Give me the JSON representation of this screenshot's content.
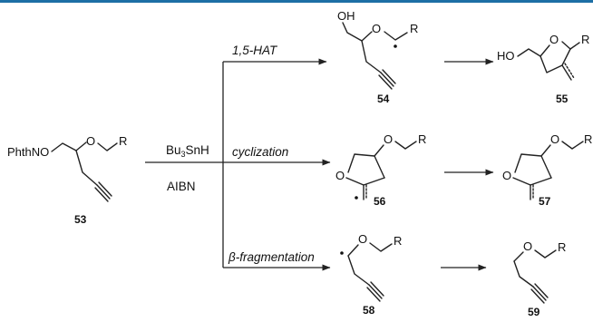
{
  "header": {
    "accent_color": "#1d6fa5"
  },
  "start": {
    "label_phth": "PhthNO",
    "label_o": "O",
    "label_r": "R",
    "number": "53"
  },
  "reagents": {
    "reagent_main": "Bu",
    "reagent_sub": "3",
    "reagent_tail": "SnH",
    "initiator": "AIBN"
  },
  "paths": [
    {
      "condition": "1,5-HAT",
      "intermediate_number": "54",
      "product_number": "55"
    },
    {
      "condition": "cyclization",
      "intermediate_number": "56",
      "product_number": "57"
    },
    {
      "condition": "-fragmentation",
      "condition_prefix": "β",
      "intermediate_number": "58",
      "product_number": "59"
    }
  ],
  "atoms": {
    "oh": "OH",
    "ho": "HO",
    "o": "O",
    "r": "R"
  }
}
